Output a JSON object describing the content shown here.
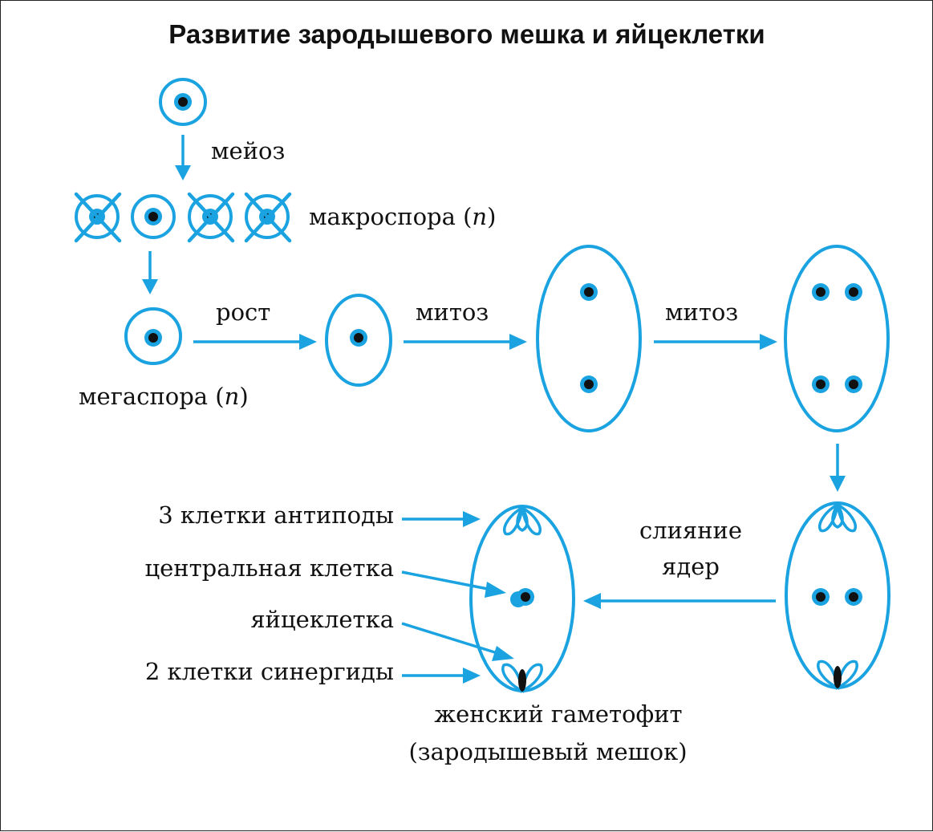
{
  "title": "Развитие зародышевого мешка и яйцеклетки",
  "labels": {
    "meiosis": "мейоз",
    "macrospore_text": "макроспора (",
    "n": "n",
    "close_paren": ")",
    "megaspore_text": "мегаспора (",
    "growth": "рост",
    "mitosis_1": "митоз",
    "mitosis_2": "митоз",
    "fusion_line1": "слияние",
    "fusion_line2": "ядер",
    "antipodes": "3 клетки антиподы",
    "central_cell": "центральная клетка",
    "egg_cell": "яйцеклетка",
    "synergids": "2 клетки синергиды",
    "gametophyte_line1": "женский гаметофит",
    "gametophyte_line2": "(зародышевый мешок)"
  },
  "colors": {
    "accent": "#1aa3e0",
    "text": "#111111"
  }
}
